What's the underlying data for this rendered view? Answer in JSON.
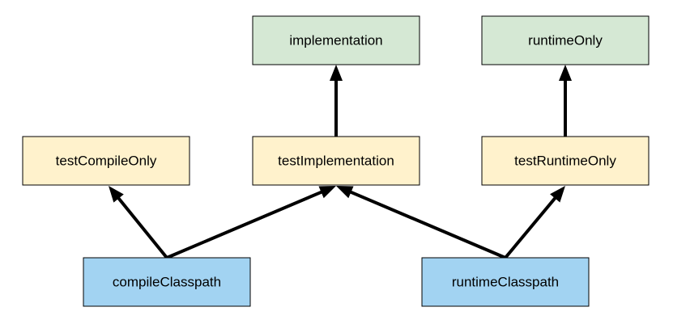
{
  "nodes": {
    "implementation": {
      "label": "implementation",
      "color": "#d5e8d4"
    },
    "runtimeOnly": {
      "label": "runtimeOnly",
      "color": "#d5e8d4"
    },
    "testCompileOnly": {
      "label": "testCompileOnly",
      "color": "#fff2cc"
    },
    "testImplementation": {
      "label": "testImplementation",
      "color": "#fff2cc"
    },
    "testRuntimeOnly": {
      "label": "testRuntimeOnly",
      "color": "#fff2cc"
    },
    "compileClasspath": {
      "label": "compileClasspath",
      "color": "#a2d3f2"
    },
    "runtimeClasspath": {
      "label": "runtimeClasspath",
      "color": "#a2d3f2"
    }
  },
  "edges": [
    {
      "from": "testImplementation",
      "to": "implementation"
    },
    {
      "from": "testRuntimeOnly",
      "to": "runtimeOnly"
    },
    {
      "from": "compileClasspath",
      "to": "testCompileOnly"
    },
    {
      "from": "compileClasspath",
      "to": "testImplementation"
    },
    {
      "from": "runtimeClasspath",
      "to": "testImplementation"
    },
    {
      "from": "runtimeClasspath",
      "to": "testRuntimeOnly"
    }
  ]
}
